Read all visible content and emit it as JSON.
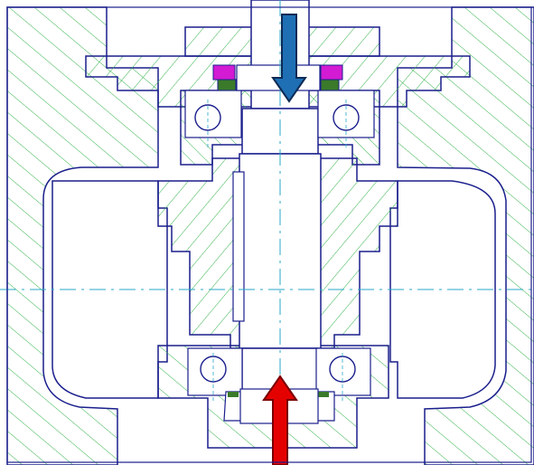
{
  "drawing": {
    "kind": "mechanical-section-view",
    "colors": {
      "outline": "#1a1f8c",
      "hatch": "#33b24a",
      "centerline": "#2aa7c9",
      "top_arrow": "#1f6fb5",
      "bottom_arrow": "#e50000",
      "magenta_seal": "#d21bd2",
      "green_seal": "#3a7a2a",
      "background": "#ffffff"
    },
    "arrows": [
      {
        "name": "down-load-arrow",
        "direction": "down",
        "color_key": "top_arrow"
      },
      {
        "name": "up-load-arrow",
        "direction": "up",
        "color_key": "bottom_arrow"
      }
    ],
    "bearings": [
      {
        "name": "upper-left-ball"
      },
      {
        "name": "upper-right-ball"
      },
      {
        "name": "lower-left-ball"
      },
      {
        "name": "lower-right-ball"
      }
    ]
  }
}
